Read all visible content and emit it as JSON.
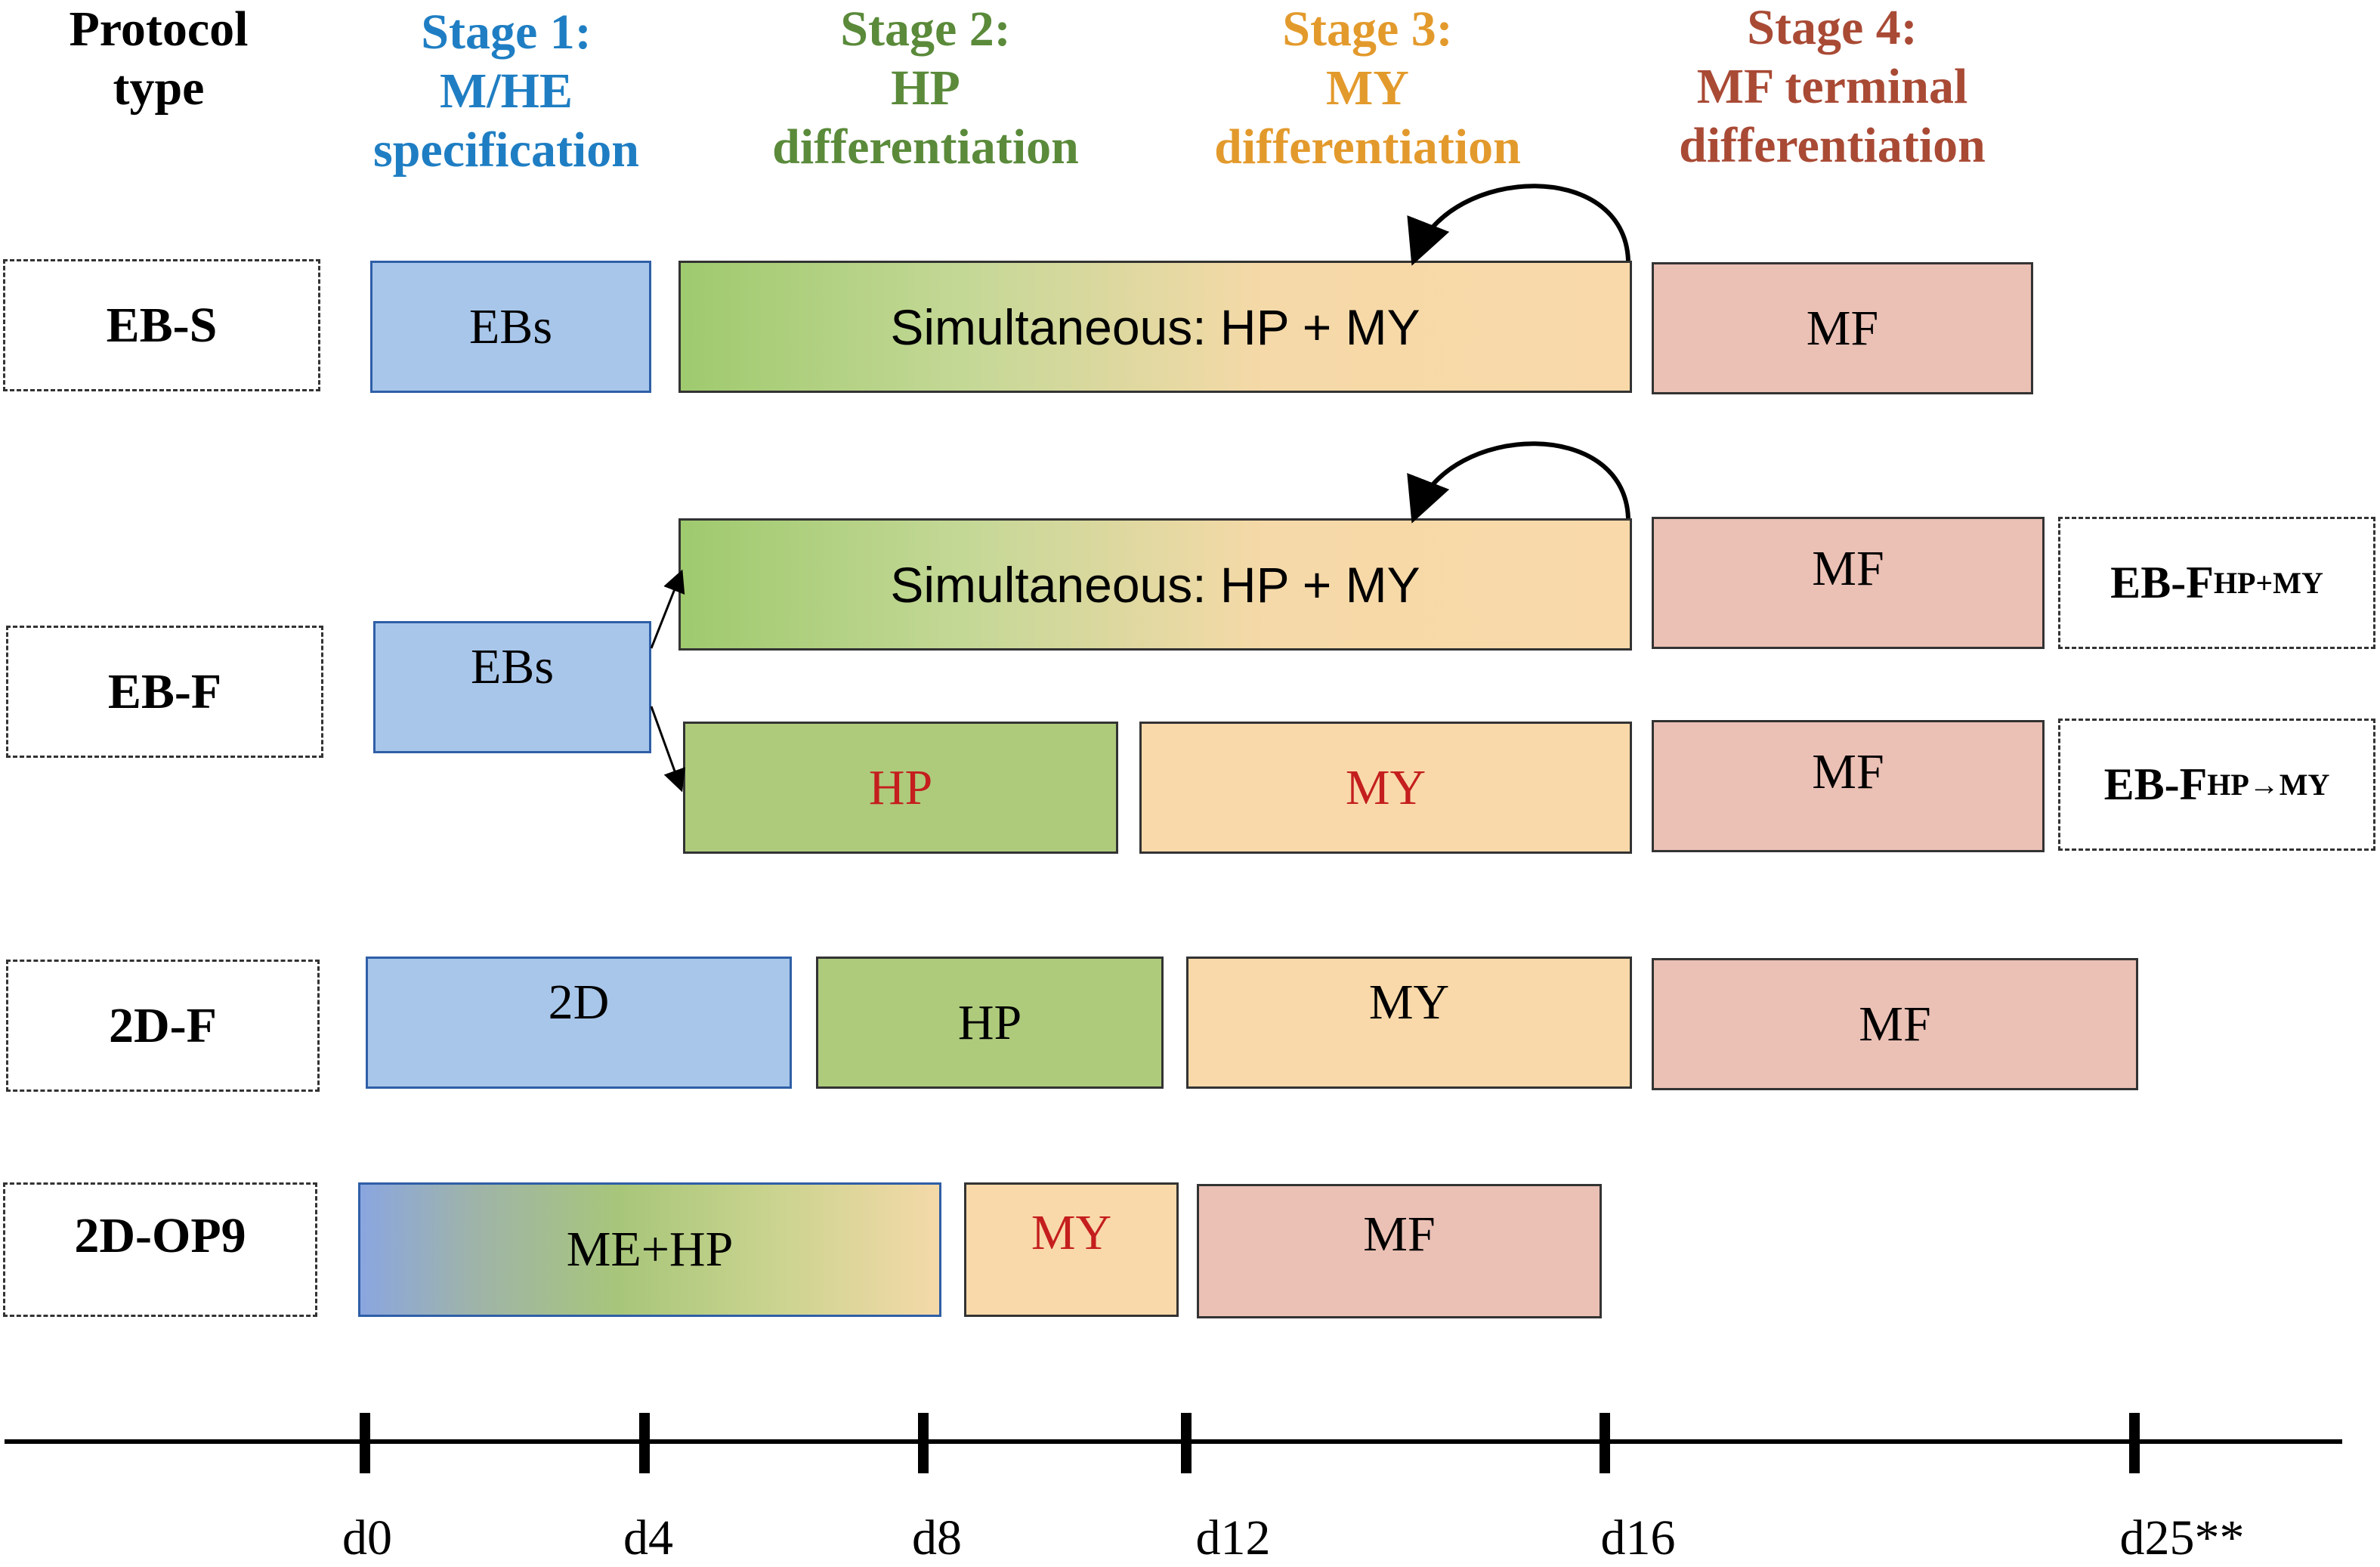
{
  "header": {
    "protocol": [
      "Protocol",
      "type"
    ],
    "stage1": [
      "Stage 1:",
      "M/HE",
      "specification"
    ],
    "stage2": [
      "Stage 2:",
      "HP",
      "differentiation"
    ],
    "stage3": [
      "Stage 3:",
      "MY",
      "differentiation"
    ],
    "stage4": [
      "Stage 4:",
      "MF terminal",
      "differentiation"
    ]
  },
  "colors": {
    "stage1": "#1f7ec3",
    "stage2": "#5a8a3a",
    "stage3": "#e39a2c",
    "stage4": "#a94a35",
    "highlight_text": "#c41e1e"
  },
  "rows": {
    "eb_s": {
      "label": "EB-S",
      "stage1": "EBs",
      "combined": "Simultaneous: HP + MY",
      "mf": "MF"
    },
    "eb_f": {
      "label": "EB-F",
      "stage1": "EBs",
      "upper": {
        "combined": "Simultaneous: HP + MY",
        "mf": "MF",
        "tag_main": "EB-F",
        "tag_sub": "HP+MY"
      },
      "lower": {
        "hp": "HP",
        "my": "MY",
        "mf": "MF",
        "tag_main": "EB-F",
        "tag_sub": "HP→MY"
      }
    },
    "d2_f": {
      "label": "2D-F",
      "stage1": "2D",
      "hp": "HP",
      "my": "MY",
      "mf": "MF"
    },
    "d2_op9": {
      "label": "2D-OP9",
      "stage1": "ME+HP",
      "my": "MY",
      "mf": "MF"
    }
  },
  "timeline": {
    "ticks": [
      "d0",
      "d4",
      "d8",
      "d12",
      "d16",
      "d25**"
    ]
  }
}
